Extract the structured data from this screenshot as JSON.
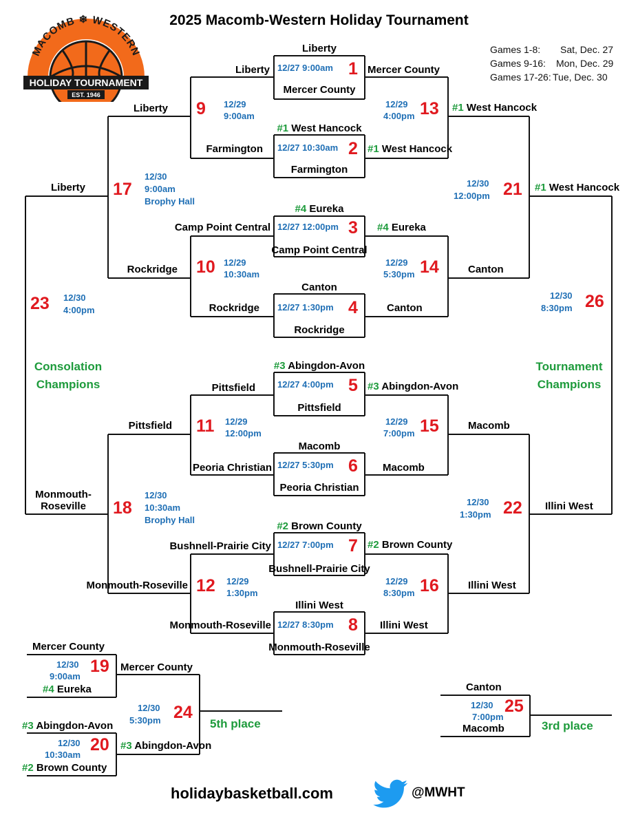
{
  "title": "2025 Macomb-Western Holiday Tournament",
  "logo": {
    "arc_text": "MACOMB ❄ WESTERN",
    "banner_text": "HOLIDAY TOURNAMENT",
    "est_text": "EST. 1946",
    "colors": {
      "orange": "#f26a1b",
      "dark": "#1a1a1a"
    }
  },
  "schedule": [
    {
      "games": "Games 1-8:",
      "date": "Sat, Dec. 27"
    },
    {
      "games": "Games 9-16:",
      "date": "Mon, Dec. 29"
    },
    {
      "games": "Games 17-26:",
      "date": "Tue, Dec. 30"
    }
  ],
  "games": {
    "g1": {
      "num": "1",
      "time": "12/27 9:00am",
      "top": "Liberty",
      "bottom": "Mercer County"
    },
    "g2": {
      "num": "2",
      "time": "12/27 10:30am",
      "top_seed": "#1",
      "top": "West Hancock",
      "bottom": "Farmington"
    },
    "g3": {
      "num": "3",
      "time": "12/27 12:00pm",
      "top_seed": "#4",
      "top": "Eureka",
      "bottom": "Camp Point Central"
    },
    "g4": {
      "num": "4",
      "time": "12/27 1:30pm",
      "top": "Canton",
      "bottom": "Rockridge"
    },
    "g5": {
      "num": "5",
      "time": "12/27 4:00pm",
      "top_seed": "#3",
      "top": "Abingdon-Avon",
      "bottom": "Pittsfield"
    },
    "g6": {
      "num": "6",
      "time": "12/27 5:30pm",
      "top": "Macomb",
      "bottom": "Peoria Christian"
    },
    "g7": {
      "num": "7",
      "time": "12/27 7:00pm",
      "top_seed": "#2",
      "top": "Brown County",
      "bottom": "Bushnell-Prairie City"
    },
    "g8": {
      "num": "8",
      "time": "12/27 8:30pm",
      "top": "Illini West",
      "bottom": "Monmouth-Roseville"
    },
    "g9": {
      "num": "9",
      "time1": "12/29",
      "time2": "9:00am"
    },
    "g10": {
      "num": "10",
      "time1": "12/29",
      "time2": "10:30am"
    },
    "g11": {
      "num": "11",
      "time1": "12/29",
      "time2": "12:00pm"
    },
    "g12": {
      "num": "12",
      "time1": "12/29",
      "time2": "1:30pm"
    },
    "g13": {
      "num": "13",
      "time1": "12/29",
      "time2": "4:00pm"
    },
    "g14": {
      "num": "14",
      "time1": "12/29",
      "time2": "5:30pm"
    },
    "g15": {
      "num": "15",
      "time1": "12/29",
      "time2": "7:00pm"
    },
    "g16": {
      "num": "16",
      "time1": "12/29",
      "time2": "8:30pm"
    },
    "g17": {
      "num": "17",
      "time1": "12/30",
      "time2": "9:00am",
      "time3": "Brophy Hall"
    },
    "g18": {
      "num": "18",
      "time1": "12/30",
      "time2": "10:30am",
      "time3": "Brophy Hall"
    },
    "g19": {
      "num": "19",
      "time1": "12/30",
      "time2": "9:00am"
    },
    "g20": {
      "num": "20",
      "time1": "12/30",
      "time2": "10:30am"
    },
    "g21": {
      "num": "21",
      "time1": "12/30",
      "time2": "12:00pm"
    },
    "g22": {
      "num": "22",
      "time1": "12/30",
      "time2": "1:30pm"
    },
    "g23": {
      "num": "23",
      "time1": "12/30",
      "time2": "4:00pm"
    },
    "g24": {
      "num": "24",
      "time1": "12/30",
      "time2": "5:30pm"
    },
    "g25": {
      "num": "25",
      "time1": "12/30",
      "time2": "7:00pm"
    },
    "g26": {
      "num": "26",
      "time1": "12/30",
      "time2": "8:30pm"
    }
  },
  "results": {
    "g1_w": "Mercer County",
    "g9_top": "Liberty",
    "g9_bot": "Farmington",
    "g9_w": "Liberty",
    "g2_w_seed": "#1",
    "g2_w": "West Hancock",
    "g13_w_seed": "#1",
    "g13_w": "West Hancock",
    "g3_w_seed": "#4",
    "g3_w": "Eureka",
    "g10_top": "Camp Point Central",
    "g10_bot": "Rockridge",
    "g10_w": "Rockridge",
    "g4_w": "Canton",
    "g14_w": "Canton",
    "g17_w": "Liberty",
    "g21_w_seed": "#1",
    "g21_w": "West Hancock",
    "g5_w_seed": "#3",
    "g5_w": "Abingdon-Avon",
    "g11_top": "Pittsfield",
    "g11_bot": "Peoria Christian",
    "g11_w": "Pittsfield",
    "g6_w": "Macomb",
    "g15_w": "Macomb",
    "g7_w_seed": "#2",
    "g7_w": "Brown County",
    "g12_top": "Bushnell-Prairie City",
    "g12_bot": "Monmouth-Roseville",
    "g12_w": "Monmouth-Roseville",
    "g8_w": "Illini West",
    "g16_w": "Illini West",
    "g18_w1": "Monmouth-",
    "g18_w2": "Roseville",
    "g22_w": "Illini West",
    "g19_top": "Mercer County",
    "g19_bot_seed": "#4",
    "g19_bot": "Eureka",
    "g19_w": "Mercer County",
    "g20_top_seed": "#3",
    "g20_top": "Abingdon-Avon",
    "g20_bot_seed": "#2",
    "g20_bot": "Brown County",
    "g20_w_seed": "#3",
    "g20_w": "Abingdon-Avon",
    "g25_top": "Canton",
    "g25_bot": "Macomb"
  },
  "labels": {
    "consolation": "Consolation Champions",
    "tournament": "Tournament Champions",
    "fifth": "5th place",
    "third": "3rd place"
  },
  "footer": {
    "website": "holidaybasketball.com",
    "twitter_handle": "@MWHT"
  },
  "colors": {
    "game_number": "#e0191f",
    "time": "#1f6fb5",
    "seed": "#1e9b3c",
    "twitter": "#1d9bf0"
  }
}
